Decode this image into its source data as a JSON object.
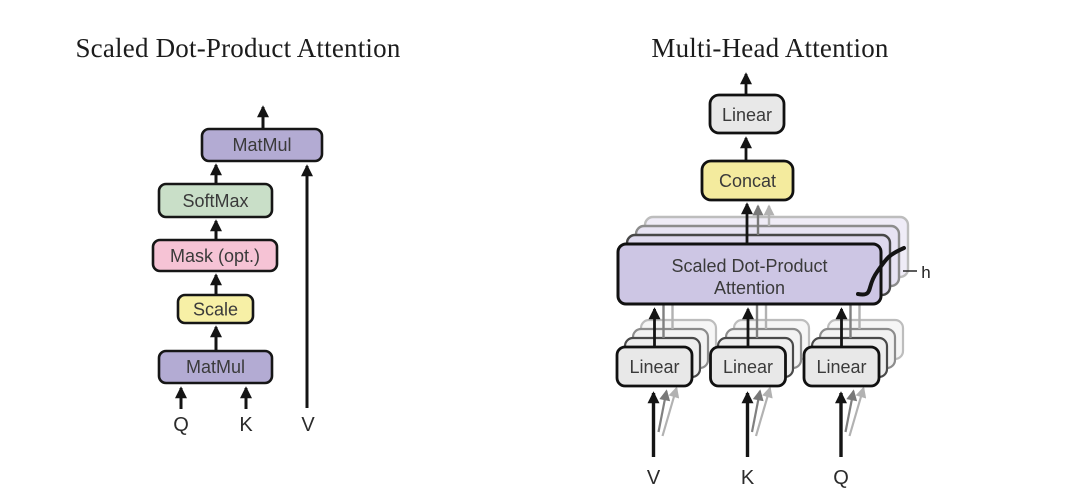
{
  "figure": {
    "left": {
      "title": "Scaled Dot-Product Attention",
      "matmul_top": "MatMul",
      "softmax": "SoftMax",
      "mask": "Mask (opt.)",
      "scale": "Scale",
      "matmul_bottom": "MatMul",
      "input_q": "Q",
      "input_k": "K",
      "input_v": "V"
    },
    "right": {
      "title": "Multi-Head Attention",
      "linear_top": "Linear",
      "concat": "Concat",
      "sdpa_line1": "Scaled Dot-Product",
      "sdpa_line2": "Attention",
      "heads_label": "h",
      "linear_v": "Linear",
      "linear_k": "Linear",
      "linear_q": "Linear",
      "input_v": "V",
      "input_k": "K",
      "input_q": "Q"
    },
    "colors": {
      "purple": "#b3abd3",
      "lavender": "#cdc6e4",
      "green": "#c9dfc8",
      "pink": "#f6c3d5",
      "yellow_scale": "#f7f0a6",
      "yellow_concat": "#f4eb9e",
      "gray_linear": "#e8e8e8"
    }
  }
}
